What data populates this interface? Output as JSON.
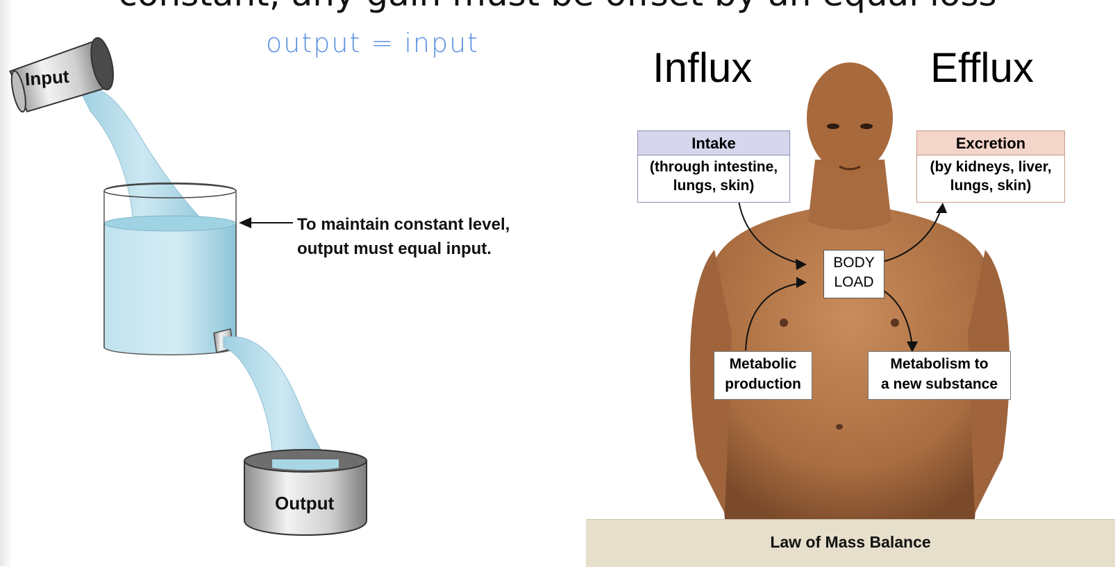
{
  "slide": {
    "heading": "constant, any gain must be offset by an equal loss"
  },
  "left_diagram": {
    "input_label": "Input",
    "output_label": "Output",
    "callout_line1": "To maintain constant level,",
    "callout_line2": "output must equal input.",
    "handwritten_note": "output = input"
  },
  "right_diagram": {
    "influx_label": "Influx",
    "efflux_label": "Efflux",
    "intake": {
      "title": "Intake",
      "line1": "(through intestine,",
      "line2": "lungs, skin)"
    },
    "excretion": {
      "title": "Excretion",
      "line1": "(by kidneys, liver,",
      "line2": "lungs, skin)"
    },
    "body_load": {
      "line1": "BODY",
      "line2": "LOAD"
    },
    "metabolic_production": {
      "line1": "Metabolic",
      "line2": "production"
    },
    "metabolism_new": {
      "line1": "Metabolism to",
      "line2": "a new substance"
    },
    "law_title": "Law of Mass Balance"
  },
  "colors": {
    "water": "#a9d6e5",
    "intake_header": "#d6d6ec",
    "excretion_header": "#f3d5ca",
    "handwriting": "#5b8fe0",
    "law_banner": "#e6dfcb",
    "skin": "#b57a4c"
  }
}
